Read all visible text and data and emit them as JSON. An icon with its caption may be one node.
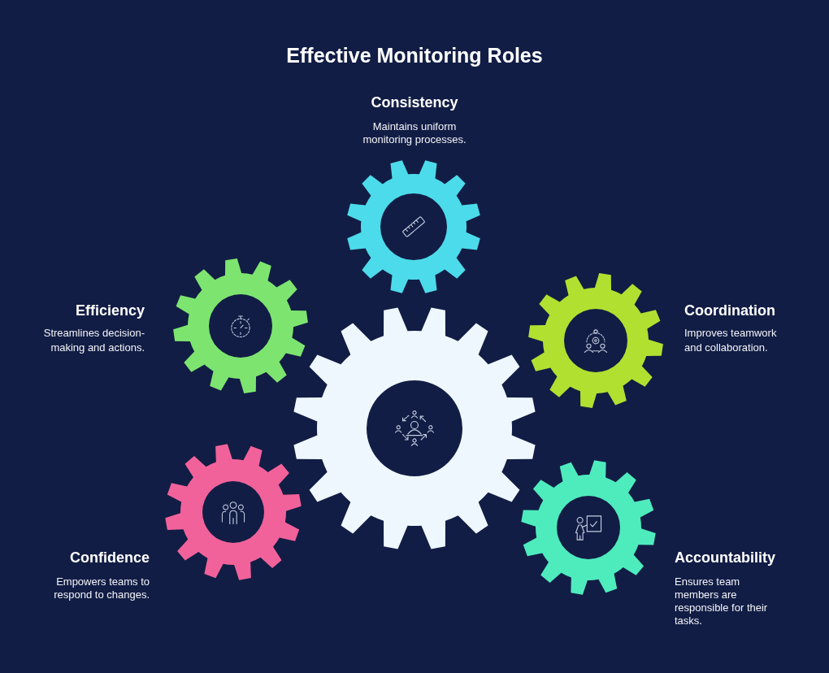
{
  "diagram": {
    "title": "Effective Monitoring Roles",
    "nodes": [
      {
        "text": [],
        "shape": "gear",
        "beside": [
          "Consistency",
          "Maintains uniform monitoring processes."
        ]
      },
      {
        "text": [],
        "shape": "gear",
        "beside": [
          "Efficiency",
          "Streamlines decision-making and actions."
        ]
      },
      {
        "text": [],
        "shape": "gear",
        "beside": [
          "Coordination",
          "Improves teamwork and collaboration."
        ]
      },
      {
        "text": [],
        "shape": "gear"
      },
      {
        "text": [],
        "shape": "gear",
        "beside": [
          "Confidence",
          "Empowers teams to respond to changes."
        ]
      },
      {
        "text": [],
        "shape": "gear",
        "beside": [
          "Accountability",
          "Ensures team members are responsible for their tasks."
        ]
      }
    ]
  }
}
